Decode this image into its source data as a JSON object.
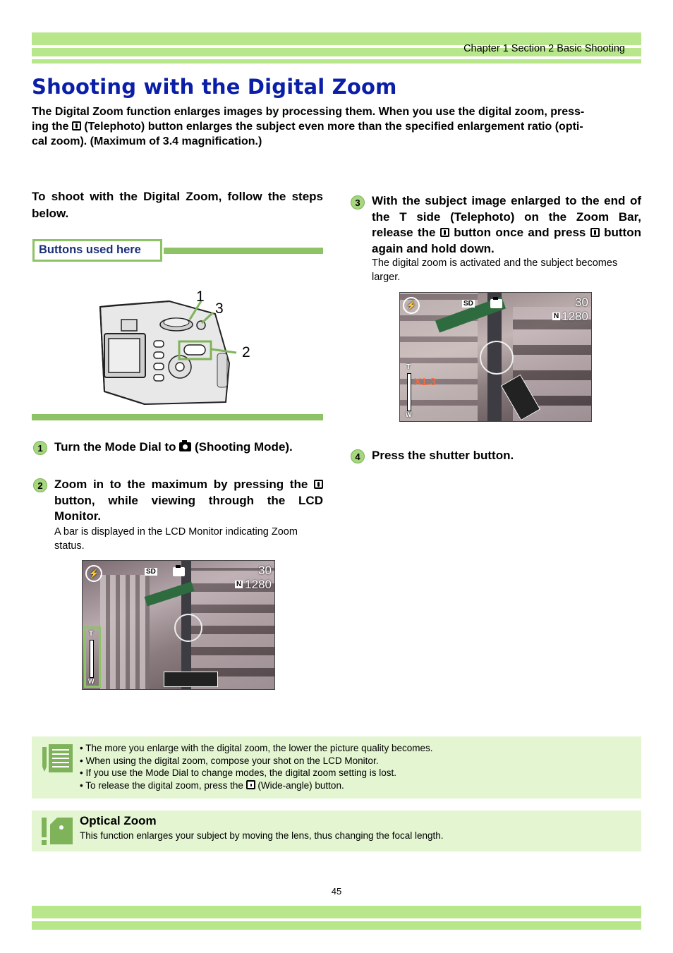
{
  "header": {
    "chapter": "Chapter 1 Section 2 Basic Shooting"
  },
  "title": "Shooting with the Digital Zoom",
  "intro": {
    "p1": "The Digital Zoom function enlarges images by processing them. When you use the digital zoom, press-",
    "p2a": "ing the",
    "p2b": "(Telephoto) button enlarges the subject even more than the specified enlargement ratio (opti-",
    "p3": "cal zoom). (Maximum of 3.4 magnification.)"
  },
  "left": {
    "lead": "To shoot with the Digital Zoom, follow the steps below.",
    "buttons_used": "Buttons used here",
    "callouts": [
      "1",
      "3",
      "2"
    ]
  },
  "steps": [
    {
      "num": "1",
      "text_a": "Turn the Mode Dial to",
      "text_b": "(Shooting Mode)."
    },
    {
      "num": "2",
      "text_a": "Zoom in to the maximum by pressing the",
      "text_b": "button, while viewing through the LCD Monitor.",
      "sub": "A bar is displayed in the LCD Monitor indicating Zoom status."
    },
    {
      "num": "3",
      "text_a": "With the subject image enlarged to the end of the T side (Telephoto) on the Zoom Bar, release the",
      "text_b": "button once and press",
      "text_c": "button again and hold down.",
      "sub": "The digital zoom is activated and the subject becomes larger."
    },
    {
      "num": "4",
      "text_a": "Press the shutter button."
    }
  ],
  "lcd": {
    "shots": "30",
    "size": "1280",
    "sd": "SD",
    "quality": "N",
    "zoom_ratio": "X1.3",
    "t": "T",
    "w": "W"
  },
  "notes": {
    "items": [
      "• The more you enlarge with the digital zoom, the lower the picture quality becomes.",
      "• When using the digital zoom, compose your shot on the LCD Monitor.",
      "• If you use the Mode Dial to change modes, the digital zoom setting is lost."
    ],
    "last_a": "• To release the digital zoom, press the",
    "last_b": "(Wide-angle) button."
  },
  "tip": {
    "title": "Optical Zoom",
    "text": "This function enlarges your subject by moving the lens, thus changing the focal length."
  },
  "page_number": "45",
  "colors": {
    "bar": "#b8e68a",
    "title": "#0a1ea8",
    "note_bg": "#e4f5d2",
    "step_badge": "#a6d67e"
  }
}
